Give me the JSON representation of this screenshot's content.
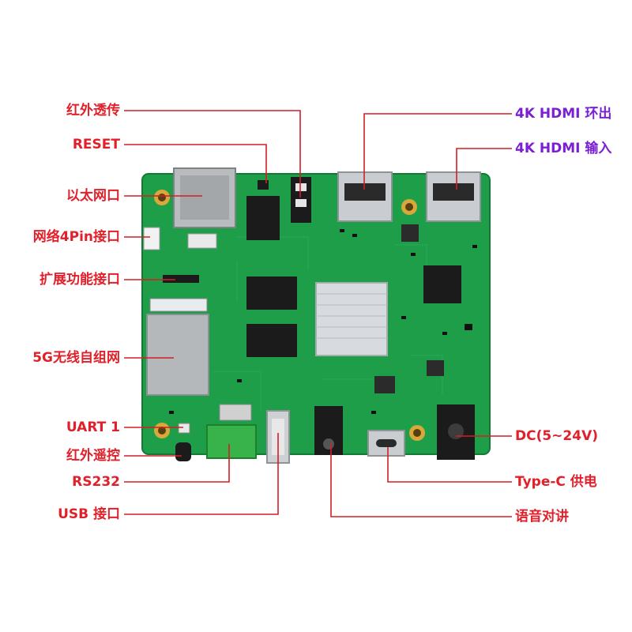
{
  "colors": {
    "label_red": "#e0202a",
    "label_purple": "#7a1fd6",
    "leader_line": "#d21f26",
    "board_green": "#1f9e4a",
    "board_green_dark": "#137a36",
    "silk_white": "#eef5ee",
    "chip_black": "#1b1b1b",
    "silver": "#c9cdd1",
    "terminal_green": "#37b34a",
    "background": "#ffffff"
  },
  "labels": {
    "ir_passthrough": "红外透传",
    "reset": "RESET",
    "ethernet_port": "以太网口",
    "net_4pin": "网络4Pin接口",
    "expansion_port": "扩展功能接口",
    "wifi_5g_mesh": "5G无线自组网",
    "uart1": "UART 1",
    "ir_remote": "红外遥控",
    "rs232": "RS232",
    "usb_port": "USB 接口",
    "hdmi_out": "4K HDMI 环出",
    "hdmi_in": "4K HDMI 输入",
    "dc_power": "DC(5~24V)",
    "typec_power": "Type-C 供电",
    "voice_intercom": "语音对讲"
  }
}
